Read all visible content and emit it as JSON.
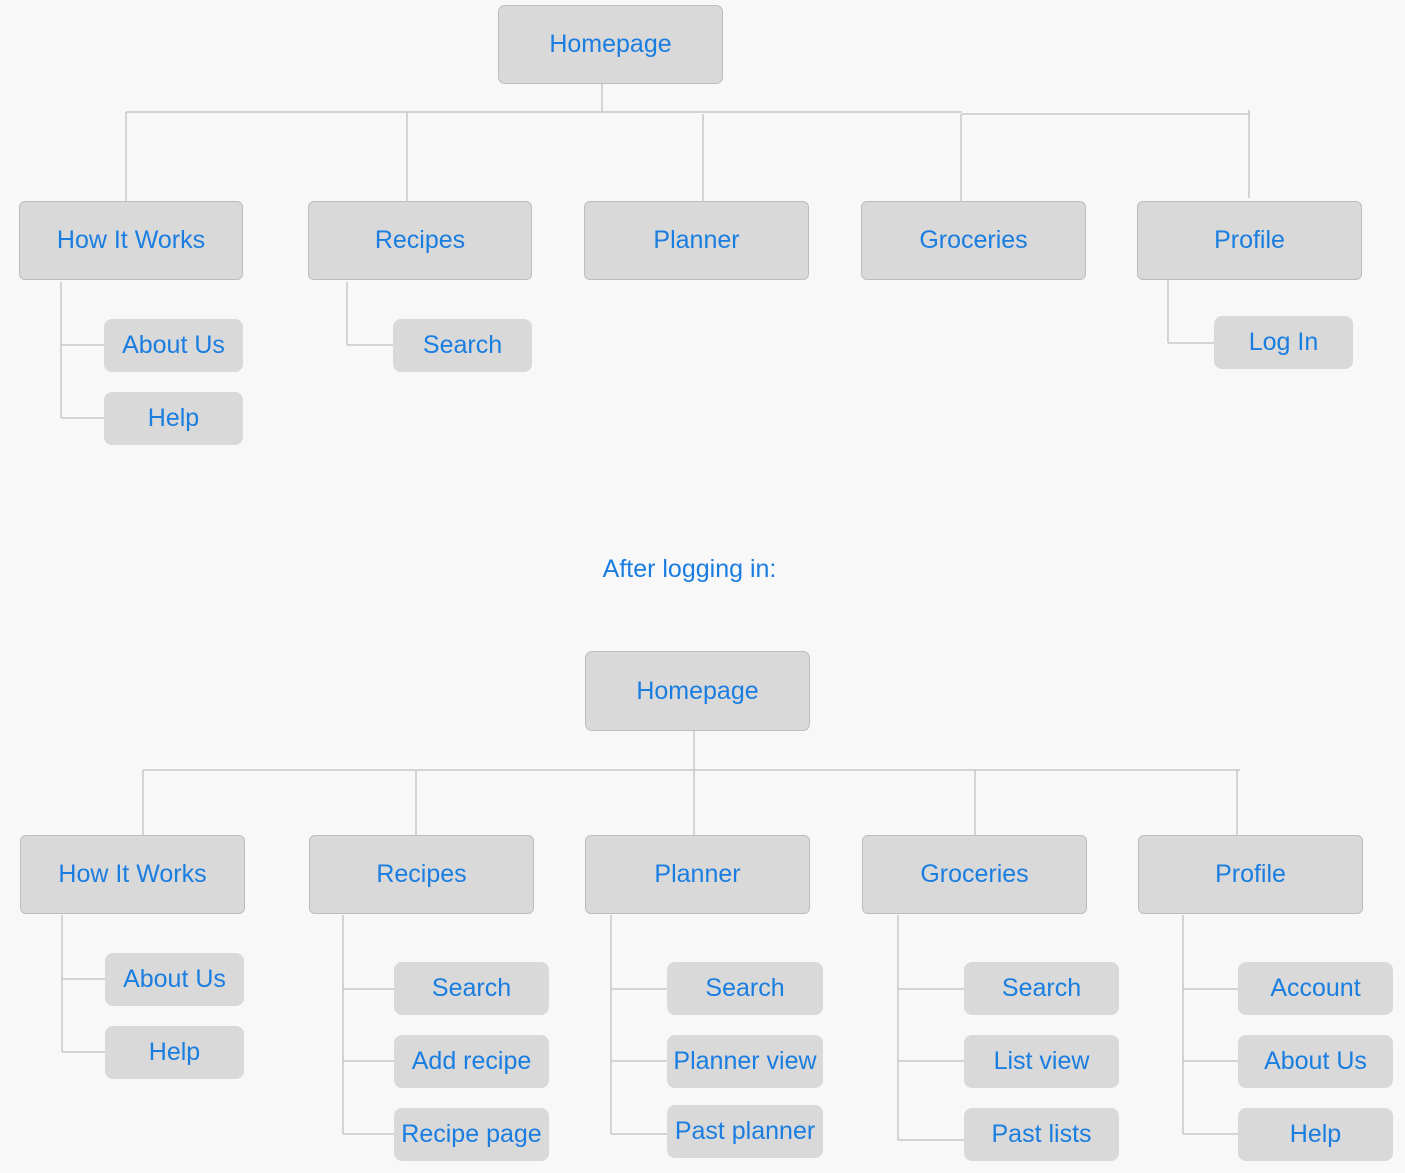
{
  "before": {
    "root": "Homepage",
    "sections": [
      {
        "label": "How It Works",
        "children": [
          "About Us",
          "Help"
        ]
      },
      {
        "label": "Recipes",
        "children": [
          "Search"
        ]
      },
      {
        "label": "Planner",
        "children": []
      },
      {
        "label": "Groceries",
        "children": []
      },
      {
        "label": "Profile",
        "children": [
          "Log In"
        ]
      }
    ]
  },
  "caption": "After logging in:",
  "after": {
    "root": "Homepage",
    "sections": [
      {
        "label": "How It Works",
        "children": [
          "About Us",
          "Help"
        ]
      },
      {
        "label": "Recipes",
        "children": [
          "Search",
          "Add recipe",
          "Recipe page"
        ]
      },
      {
        "label": "Planner",
        "children": [
          "Search",
          "Planner view",
          "Past planner"
        ]
      },
      {
        "label": "Groceries",
        "children": [
          "Search",
          "List view",
          "Past lists"
        ]
      },
      {
        "label": "Profile",
        "children": [
          "Account",
          "About Us",
          "Help"
        ]
      }
    ]
  },
  "colors": {
    "background": "#f8f8f8",
    "box": "#d9d9d9",
    "box_border": "#bdbdbd",
    "text": "#1a7de0",
    "line": "#c8c8c8"
  }
}
